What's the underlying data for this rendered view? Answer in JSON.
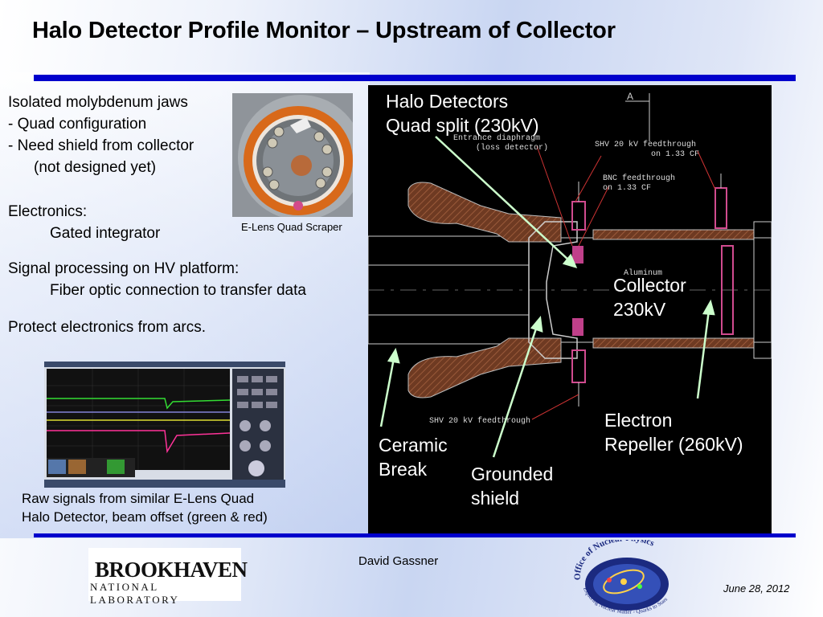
{
  "title": "Halo Detector Profile Monitor – Upstream of Collector",
  "left": {
    "jaws": "Isolated molybdenum jaws",
    "quad": "- Quad configuration",
    "shield": "- Need shield from collector",
    "not_designed": "(not designed yet)",
    "electronics": "Electronics:",
    "gated": "Gated integrator",
    "signal": "Signal processing on HV platform:",
    "fiber": "Fiber optic  connection to transfer data",
    "protect": "Protect electronics from arcs."
  },
  "photo_caption": "E-Lens Quad Scraper",
  "scope_caption_1": "Raw signals from similar E-Lens Quad",
  "scope_caption_2": "Halo Detector, beam offset (green & red)",
  "drawing": {
    "halo_1": "Halo Detectors",
    "halo_2": "Quad split (230kV)",
    "collector_1": "Collector",
    "collector_2": "230kV",
    "ceramic_1": "Ceramic",
    "ceramic_2": "Break",
    "grounded_1": "Grounded",
    "grounded_2": "shield",
    "repeller_1": "Electron",
    "repeller_2": "Repeller (260kV)",
    "note_entrance_1": "Entrance diaphragm",
    "note_entrance_2": "(loss detector)",
    "note_shv_1": "SHV 20 kV feedthrough",
    "note_shv_2": "on 1.33 CF",
    "note_bnc_1": "BNC feedthrough",
    "note_bnc_2": "on 1.33 CF",
    "note_aluminum": "Aluminum",
    "note_shv_bottom": "SHV 20 kV feedthrough",
    "note_a": "A"
  },
  "footer": {
    "author": "David Gassner",
    "date": "June 28, 2012",
    "bnl_name": "BROOKHAVEN",
    "bnl_sub": "NATIONAL LABORATORY",
    "onp_top": "Office of Nuclear Physics",
    "onp_bottom": "Exploring Nuclear Matter - Quarks to Stars"
  },
  "colors": {
    "rule": "#0000cc",
    "drawing_bg": "#000000",
    "arrow": "#ccffcc",
    "ceramic": "#7a3a1e"
  }
}
